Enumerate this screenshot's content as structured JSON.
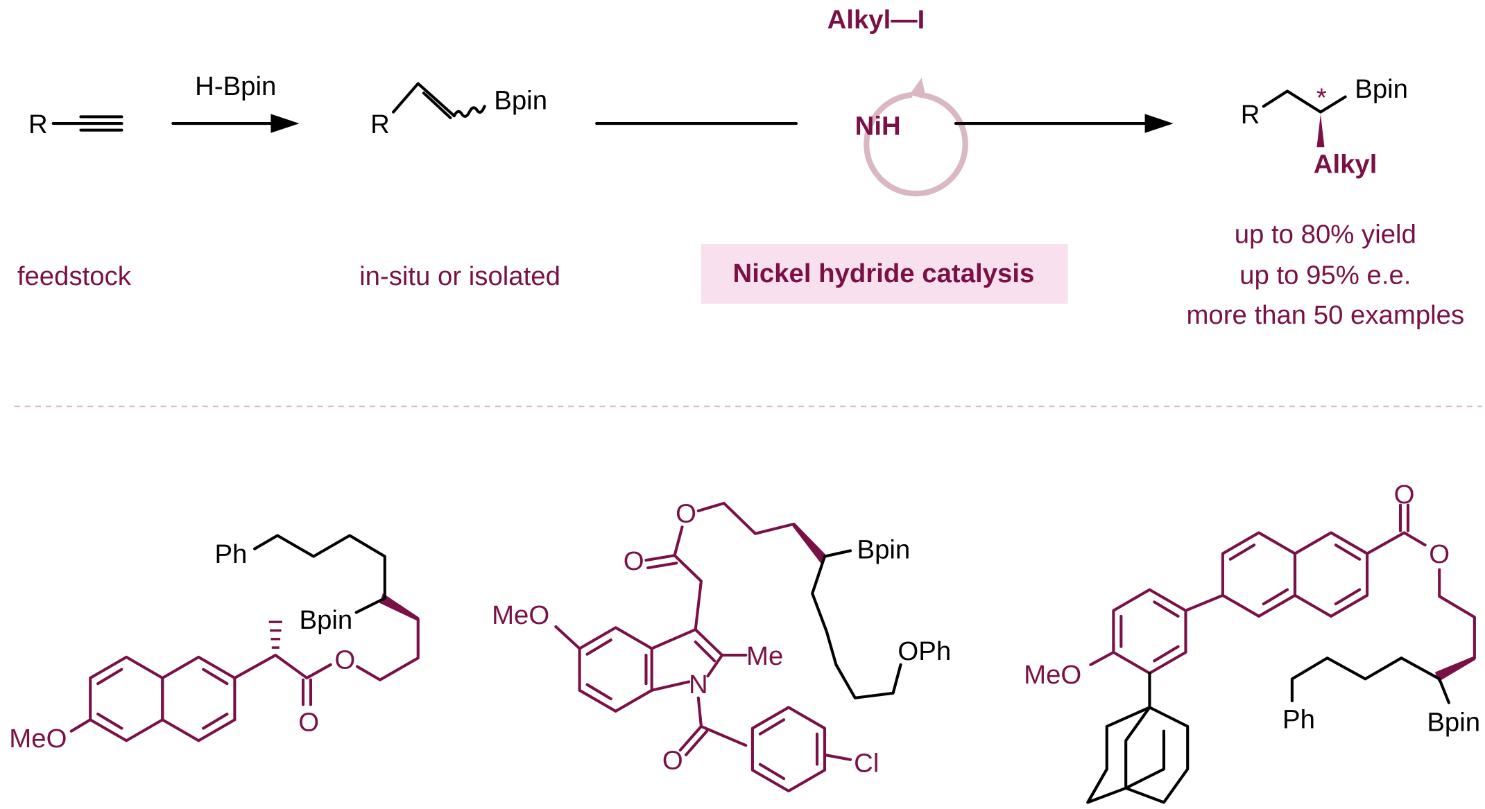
{
  "colors": {
    "accent": "#7a1146",
    "box": "#f9e0ee",
    "cycle": "#d9b8c4"
  },
  "scheme": {
    "alkyne_R": "R",
    "reagent_hbpin": "H-Bpin",
    "vinyl_R": "R",
    "vinyl_bpin": "Bpin",
    "alkyl_iodide": "Alkyl—I",
    "catalyst": "NiH",
    "product_R": "R",
    "product_bpin": "Bpin",
    "product_star": "*",
    "product_alkyl": "Alkyl",
    "label_feedstock": "feedstock",
    "label_insitu": "in-situ or isolated",
    "label_catalysis": "Nickel hydride catalysis",
    "stats": [
      "up to 80% yield",
      "up to 95% e.e.",
      "more than 50 examples"
    ]
  },
  "examples": {
    "ex1": {
      "ph": "Ph",
      "bpin": "Bpin",
      "o_ester": "O",
      "o_carbonyl": "O",
      "meo": "MeO"
    },
    "ex2": {
      "meo": "MeO",
      "o_carbonyl": "O",
      "o_ester": "O",
      "bpin": "Bpin",
      "me": "Me",
      "n": "N",
      "o_amide": "O",
      "cl": "Cl",
      "oph": "OPh"
    },
    "ex3": {
      "o_carbonyl": "O",
      "o_ester": "O",
      "meo": "MeO",
      "ph": "Ph",
      "bpin": "Bpin"
    }
  }
}
